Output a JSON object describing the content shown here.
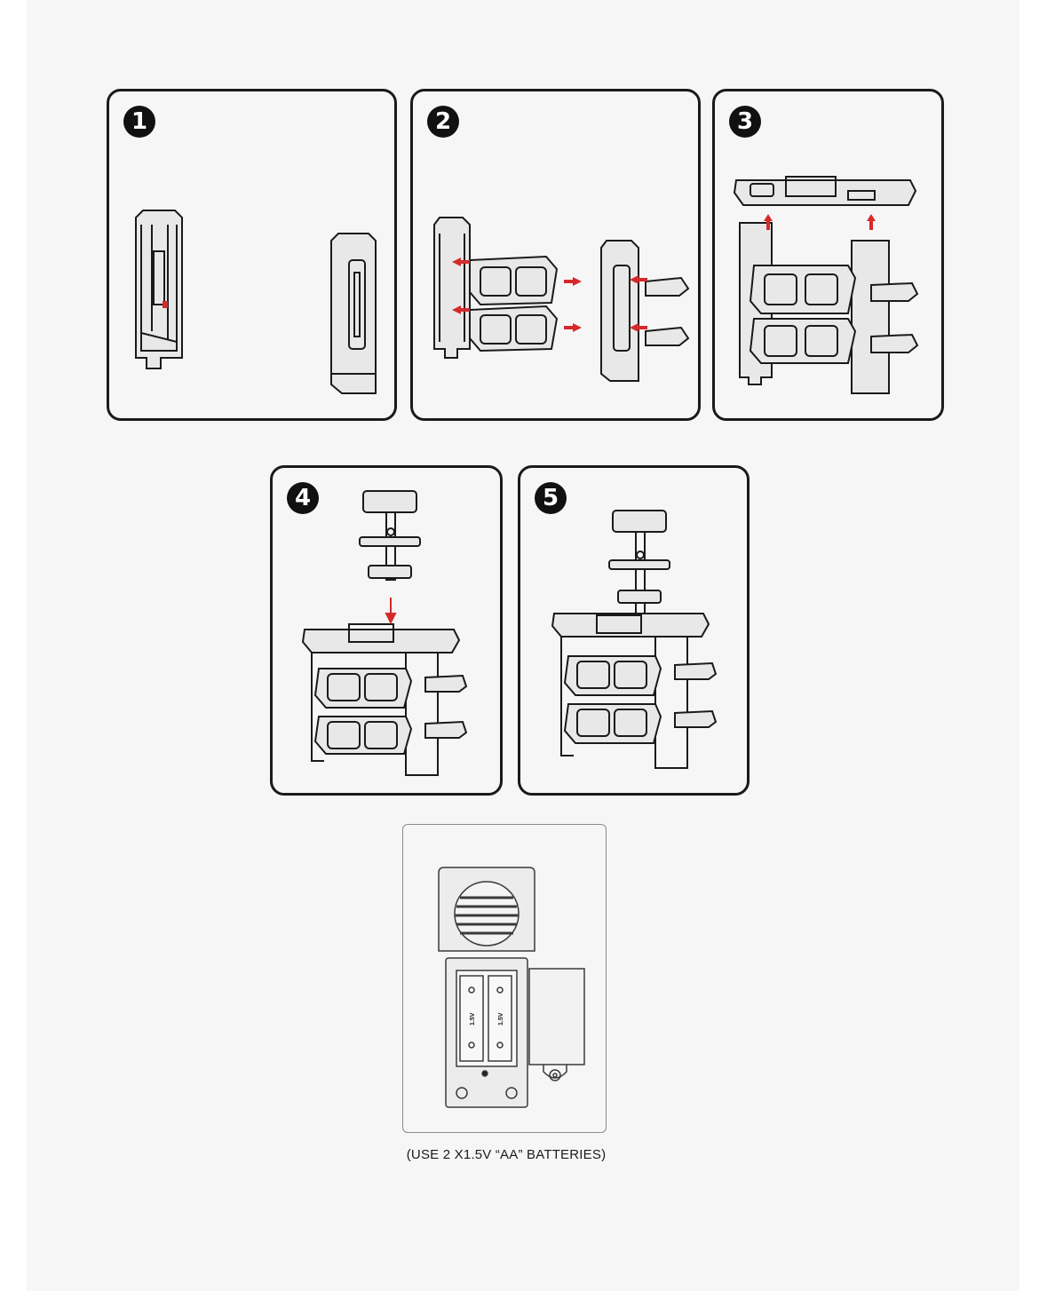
{
  "steps": [
    {
      "number": "1"
    },
    {
      "number": "2"
    },
    {
      "number": "3"
    },
    {
      "number": "4"
    },
    {
      "number": "5"
    }
  ],
  "battery": {
    "cell_label": "1.5V",
    "caption": "(USE 2 X1.5V  “AA”  BATTERIES)"
  },
  "colors": {
    "outline": "#1a1a1a",
    "arrow": "#d42a2a",
    "background": "#f7f6f6"
  }
}
